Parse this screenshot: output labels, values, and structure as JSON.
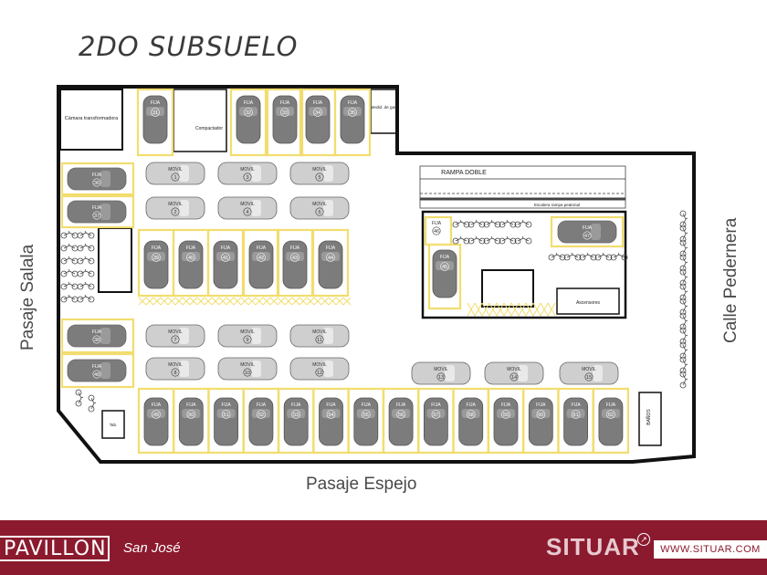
{
  "title": "2DO SUBSUELO",
  "streets": {
    "left": "Pasaje Salala",
    "right": "Calle Pedernera",
    "bottom": "Pasaje Espejo"
  },
  "rooms": {
    "transformer": "Cámara transformadora",
    "compactor": "Compactador",
    "gas_meter": "Medid. de gas",
    "ramp": "RAMPA DOBLE",
    "ramp_note": "Escalera rampa  peatonal",
    "elevators": "Ascensores",
    "baths": "BAÑOS",
    "tank": "Tab."
  },
  "labels": {
    "fixed": "FIJA",
    "mobile": "MOVIL"
  },
  "parking": {
    "top_row": [
      "31",
      "32",
      "33",
      "34",
      "35"
    ],
    "left_fixed": [
      "36",
      "37"
    ],
    "left_fixed_lower": [
      "38",
      "48"
    ],
    "center_fixed": [
      "39",
      "40",
      "41",
      "42",
      "43",
      "44"
    ],
    "ramp_fixed": [
      "45",
      "46",
      "47"
    ],
    "bottom_fixed": [
      "49",
      "50",
      "51",
      "52",
      "53",
      "54",
      "55",
      "56",
      "57",
      "58",
      "59",
      "60",
      "61",
      "62"
    ],
    "mobile_upper": [
      "1",
      "2",
      "3",
      "4",
      "5",
      "6"
    ],
    "mobile_lower": [
      "7",
      "8",
      "9",
      "10",
      "11",
      "12"
    ],
    "mobile_right": [
      "13",
      "14",
      "15"
    ]
  },
  "footer": {
    "brand": "PAVILLON",
    "city": "San José",
    "company": "SITUAR",
    "website": "WWW.SITUAR.COM"
  },
  "colors": {
    "footer": "#8b1a2e",
    "bay_line": "#f2dd6e",
    "car": "#7c7c7c",
    "car_light": "#cfcfcf",
    "wall": "#111111"
  }
}
